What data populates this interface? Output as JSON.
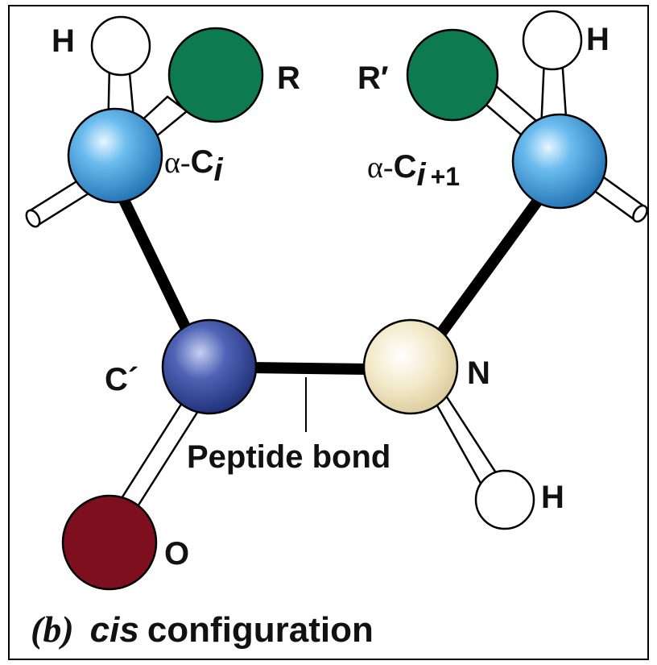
{
  "labels": {
    "h_left": "H",
    "r": "R",
    "alpha": "α-",
    "c_i": "C",
    "i": "i",
    "r_prime": "R′",
    "h_right": "H",
    "c_i1": "C",
    "i1": "i",
    "plus1": "+1",
    "c_prime": "C´",
    "n": "N",
    "peptide_bond": "Peptide bond",
    "h_n": "H",
    "o": "O"
  },
  "caption": {
    "panel": "(b)",
    "cis": "cis",
    "configuration": "configuration"
  },
  "colors": {
    "carbon_alpha": "#4aa3dc",
    "carbon_carbonyl": "#3b4f9e",
    "nitrogen": "#efe4c2",
    "oxygen": "#7e0f1e",
    "r_group": "#0d7a4f",
    "hydrogen": "#ffffff"
  }
}
